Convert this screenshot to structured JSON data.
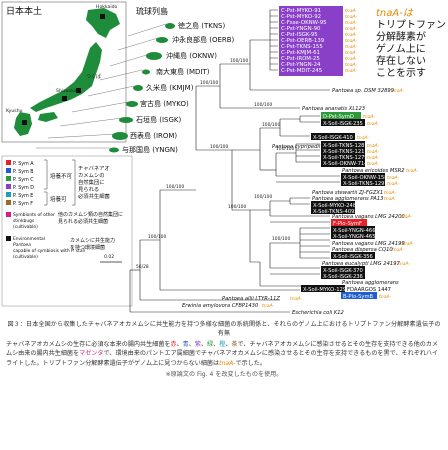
{
  "japan_map": {
    "title": "日本本土",
    "place_names": [
      {
        "id": "hokkaido",
        "text": "Hokkaido"
      },
      {
        "id": "tsukuba",
        "text": "つくば"
      },
      {
        "id": "shizuoka",
        "text": "Shizuoka"
      },
      {
        "id": "kyushu",
        "text": "Kyushu"
      }
    ]
  },
  "islands": {
    "title": "琉球列島",
    "items": [
      {
        "id": "tkns",
        "text": "徳之島 (TKNS)",
        "color": "#e8202a"
      },
      {
        "id": "oerb",
        "text": "沖永良部島 (OERB)",
        "color": "#2a9a3a"
      },
      {
        "id": "oknw",
        "text": "沖縄島 (OKNW)",
        "color": "#1f5fd0"
      },
      {
        "id": "mdit",
        "text": "南大東島 (MDIT)",
        "color": "#1aa0b8"
      },
      {
        "id": "kmjm",
        "text": "久米島 (KMJM)",
        "color": "#e08a00"
      },
      {
        "id": "myko",
        "text": "宮古島 (MYKO)",
        "color": "#8a3fc8"
      },
      {
        "id": "isgk",
        "text": "石垣島 (ISGK)",
        "color": "#2a9a3a"
      },
      {
        "id": "irom",
        "text": "西表島 (IROM)",
        "color": "#1f5fd0"
      },
      {
        "id": "yngn",
        "text": "与那国島 (YNGN)",
        "color": "#e8202a"
      }
    ]
  },
  "tnaA_note": {
    "lines": [
      "tnaA-は",
      "トリプトファン",
      "分解酵素が",
      "ゲノム上に",
      "存在しない",
      "ことを示す"
    ]
  },
  "legend": {
    "syms": [
      {
        "text": "P. Sym A",
        "color": "#e8202a"
      },
      {
        "text": "P. Sym B",
        "color": "#1f5fd0"
      },
      {
        "text": "P. Sym C",
        "color": "#2a9a3a"
      },
      {
        "text": "P. Sym D",
        "color": "#8a3fc8"
      },
      {
        "text": "P. Sym E",
        "color": "#1aa0b8"
      },
      {
        "text": "P. Sym F",
        "color": "#9a6a2a"
      }
    ],
    "uncultivable": "培養不可",
    "cultivable": "培養可",
    "essential_group": [
      "チャバネアオ",
      "カメムシの",
      "自然集団に",
      "見られる",
      "必須共生細菌"
    ],
    "other_symbionts_jp": [
      "他のカメムシ類の自然集団に",
      "見られる必須共生細菌"
    ],
    "other_symbionts_en": [
      "Symbionts of other",
      "stinkbugs",
      "(cultivable)"
    ],
    "environmental_en": [
      "Environmental",
      "Pantoea",
      "capable of symbiosis with P. stali",
      "(cultivable)"
    ],
    "environmental_jp": [
      "カメムシに共生能力",
      "を持つ環境細菌"
    ]
  },
  "tree": {
    "top_labels": [
      {
        "text": "C-Pst-MYKO-91",
        "color": "#8a3fc8",
        "tnaA": "tnaA-"
      },
      {
        "text": "C-Pst-MYKO-92",
        "color": "#8a3fc8",
        "tnaA": "tnaA-"
      },
      {
        "text": "C-Fsse-OKNW-95",
        "color": "#8a3fc8",
        "tnaA": "tnaA-"
      },
      {
        "text": "C-Pst-YNGN-90",
        "color": "#8a3fc8",
        "tnaA": "tnaA-"
      },
      {
        "text": "C-Pst-ISGK-95",
        "color": "#8a3fc8",
        "tnaA": "tnaA-"
      },
      {
        "text": "C-Pst-OERB-139",
        "color": "#8a3fc8",
        "tnaA": "tnaA-"
      },
      {
        "text": "C-Pst-TKNS-155",
        "color": "#8a3fc8",
        "tnaA": "tnaA-"
      },
      {
        "text": "C-Pst-KMJM-61",
        "color": "#8a3fc8",
        "tnaA": "tnaA-"
      },
      {
        "text": "C-Pst-IROM-25",
        "color": "#8a3fc8",
        "tnaA": "tnaA-"
      },
      {
        "text": "C-Pst-YNGN-24",
        "color": "#8a3fc8",
        "tnaA": "tnaA-"
      },
      {
        "text": "C-Pst-MDIT-245",
        "color": "#8a3fc8",
        "tnaA": "tnaA-"
      }
    ],
    "labels": [
      {
        "text": "Pantoea sp. DSM 32899",
        "style": "plain",
        "tnaA": "tnaA-"
      },
      {
        "text": "Pantoea ananatis XL123",
        "style": "plain",
        "tnaA": ""
      },
      {
        "text": "D-Pst-SymD",
        "style": "green",
        "tnaA": "tnaA-"
      },
      {
        "text": "X-Soil-ISGK-235",
        "style": "black",
        "tnaA": "tnaA-"
      },
      {
        "text": "X-Soil-ISGK-410",
        "style": "black",
        "tnaA": "tnaA-"
      },
      {
        "text": "Pantoea cypripedii LMG 2657",
        "style": "plain",
        "tnaA": "tnaA-"
      },
      {
        "text": "X-Soil-TKNS-1281",
        "style": "black",
        "tnaA": "tnaA-"
      },
      {
        "text": "X-Soil-TKNS-1211",
        "style": "black",
        "tnaA": "tnaA-"
      },
      {
        "text": "X-Soil-TKNS-1279",
        "style": "black",
        "tnaA": "tnaA-"
      },
      {
        "text": "X-Soil-OKNW-714",
        "style": "black",
        "tnaA": "tnaA-"
      },
      {
        "text": "Pantoea ericoides MSR2",
        "style": "plain",
        "tnaA": "tnaA-"
      },
      {
        "text": "X-Soil-OKNW-1584",
        "style": "black",
        "tnaA": "tnaA-"
      },
      {
        "text": "X-Soil-TKNS-1297",
        "style": "black",
        "tnaA": "tnaA-"
      },
      {
        "text": "Pantoea stewartii ZJ-FGZX1",
        "style": "plain",
        "tnaA": "tnaA-"
      },
      {
        "text": "Pantoea agglomerans PA13",
        "style": "plain",
        "tnaA": "tnaA-"
      },
      {
        "text": "X-Soil-MYKO-248",
        "style": "black",
        "tnaA": ""
      },
      {
        "text": "X-Soil-TKNS-4095",
        "style": "black",
        "tnaA": ""
      },
      {
        "text": "Pantoea vagans LMG 24200",
        "style": "plain",
        "tnaA": "tnaA-"
      },
      {
        "text": "F-Plo-SymF",
        "style": "red",
        "tnaA": ""
      },
      {
        "text": "X-Soil-YNGN-466",
        "style": "black",
        "tnaA": ""
      },
      {
        "text": "X-Soil-YNGN-465",
        "style": "black",
        "tnaA": ""
      },
      {
        "text": "Pantoea vagans LMG 24199",
        "style": "plain",
        "tnaA": "tnaA-"
      },
      {
        "text": "Pantoea dispersa CQ10",
        "style": "plain",
        "tnaA": "tnaA-"
      },
      {
        "text": "X-Soil-ISGK-356",
        "style": "black",
        "tnaA": ""
      },
      {
        "text": "Pantoea eucalypti LMG 24197",
        "style": "plain",
        "tnaA": "tnaA-"
      },
      {
        "text": "X-Soil-ISGK-370",
        "style": "black",
        "tnaA": ""
      },
      {
        "text": "X-Soil-ISGK-236",
        "style": "black",
        "tnaA": ""
      },
      {
        "text": "Pantoea agglomerans",
        "style": "plain",
        "tnaA": ""
      },
      {
        "text": "X-Soil-MYKO-1290",
        "style": "black",
        "tnaA": ""
      },
      {
        "text": "FDAARGOS 1447",
        "style": "plain",
        "tnaA": ""
      },
      {
        "text": "B-Plo-SymB",
        "style": "blue",
        "tnaA": "tnaA-"
      },
      {
        "text": "Pantoea allii LTYR-11Z",
        "style": "plain",
        "tnaA": "tnaA-"
      },
      {
        "text": "Erwinia amylovora CFBP1430",
        "style": "plain",
        "tnaA": "tnaA-"
      },
      {
        "text": "Escherichia coli K12",
        "style": "plain",
        "tnaA": ""
      }
    ],
    "bootstrap": [
      "100/100",
      "100/100",
      "100/100",
      "100/100",
      "100/100",
      "100/100",
      "100/100",
      "100/100",
      "100/100",
      "100/100",
      "100/100",
      "56/28",
      "0.02"
    ]
  },
  "caption": {
    "title": "図３：日本全国から収集したチャバネアオカメムシに共生能力を持つ多様な細菌の系統関係と、それらのゲノム上におけるトリプトファン分解酵素遺伝子の有無",
    "body_1": "チャバネアオカメムシの生存に必須な本来の腸内共生細菌を",
    "c_red": "赤",
    "sep_1": "、",
    "c_blue": "青",
    "sep_2": "、",
    "c_purple": "紫",
    "sep_3": "、",
    "c_green": "緑",
    "sep_4": "、",
    "c_cyan": "橙",
    "sep_5": "、",
    "c_brown": "茶",
    "body_2": "で、チャバネアオカメムシに感染させるとその生存を支持できる他のカメムシ由来の腸内共生細菌を",
    "c_magenta": "マゼンタ",
    "body_3": "で、環境由来のパントエア属細菌でチャバネアオカメムシに感染させるとその生存を支持できるものを黒で、それぞれハイライトした。トリプトファン分解酵素遺伝子がゲノム上に見つからない細菌は",
    "c_tnaA": "tnaA-",
    "body_4": "で示した。",
    "note": "※原論文の Fig. 4 を改変したものを使用。"
  }
}
